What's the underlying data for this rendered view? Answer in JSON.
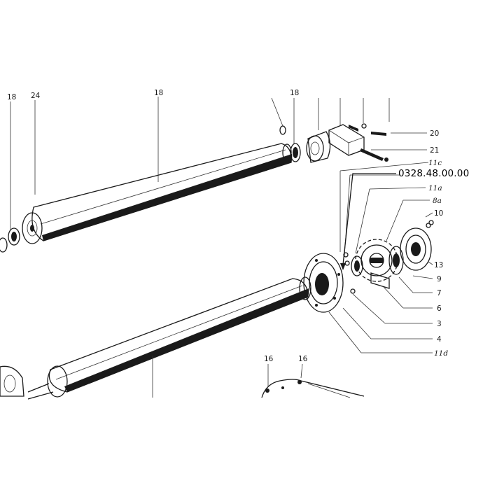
{
  "diagram": {
    "reference_number": "0328.48.00.00",
    "callouts": {
      "left_18": "18",
      "left_24": "24",
      "top_18": "18",
      "top_right_18": "18",
      "c20": "20",
      "c21": "21",
      "c11c": "11c",
      "c11a": "11a",
      "c8a": "8a",
      "c10": "10",
      "c13": "13",
      "c9": "9",
      "c7": "7",
      "c6": "6",
      "c3": "3",
      "c4": "4",
      "c11d": "11d",
      "c16a": "16",
      "c16b": "16"
    }
  }
}
